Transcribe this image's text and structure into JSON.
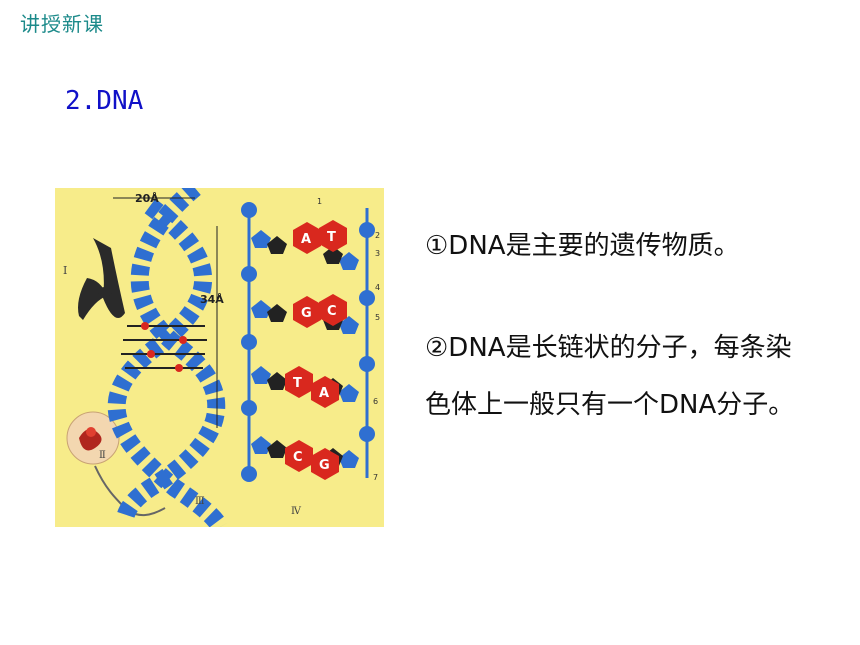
{
  "header": {
    "label": "讲授新课"
  },
  "section": {
    "title": "2.DNA"
  },
  "figure": {
    "labels": {
      "width": "20Å",
      "pitch": "34Å",
      "roman_1": "Ⅰ",
      "roman_2": "Ⅱ",
      "roman_3": "Ⅲ",
      "roman_4": "Ⅳ",
      "n1": "1",
      "n2": "2",
      "n3": "3",
      "n4": "4",
      "n5": "5",
      "n6": "6",
      "n7": "7"
    },
    "base_pairs": [
      {
        "left": "A",
        "right": "T"
      },
      {
        "left": "G",
        "right": "C"
      },
      {
        "left": "T",
        "right": "A"
      },
      {
        "left": "C",
        "right": "G"
      }
    ],
    "colors": {
      "background": "#f7ec8a",
      "strand": "#2f6fd1",
      "base": "#d9281e"
    }
  },
  "content": {
    "point1": "①DNA是主要的遗传物质。",
    "point2": "②DNA是长链状的分子，每条染色体上一般只有一个DNA分子。"
  }
}
